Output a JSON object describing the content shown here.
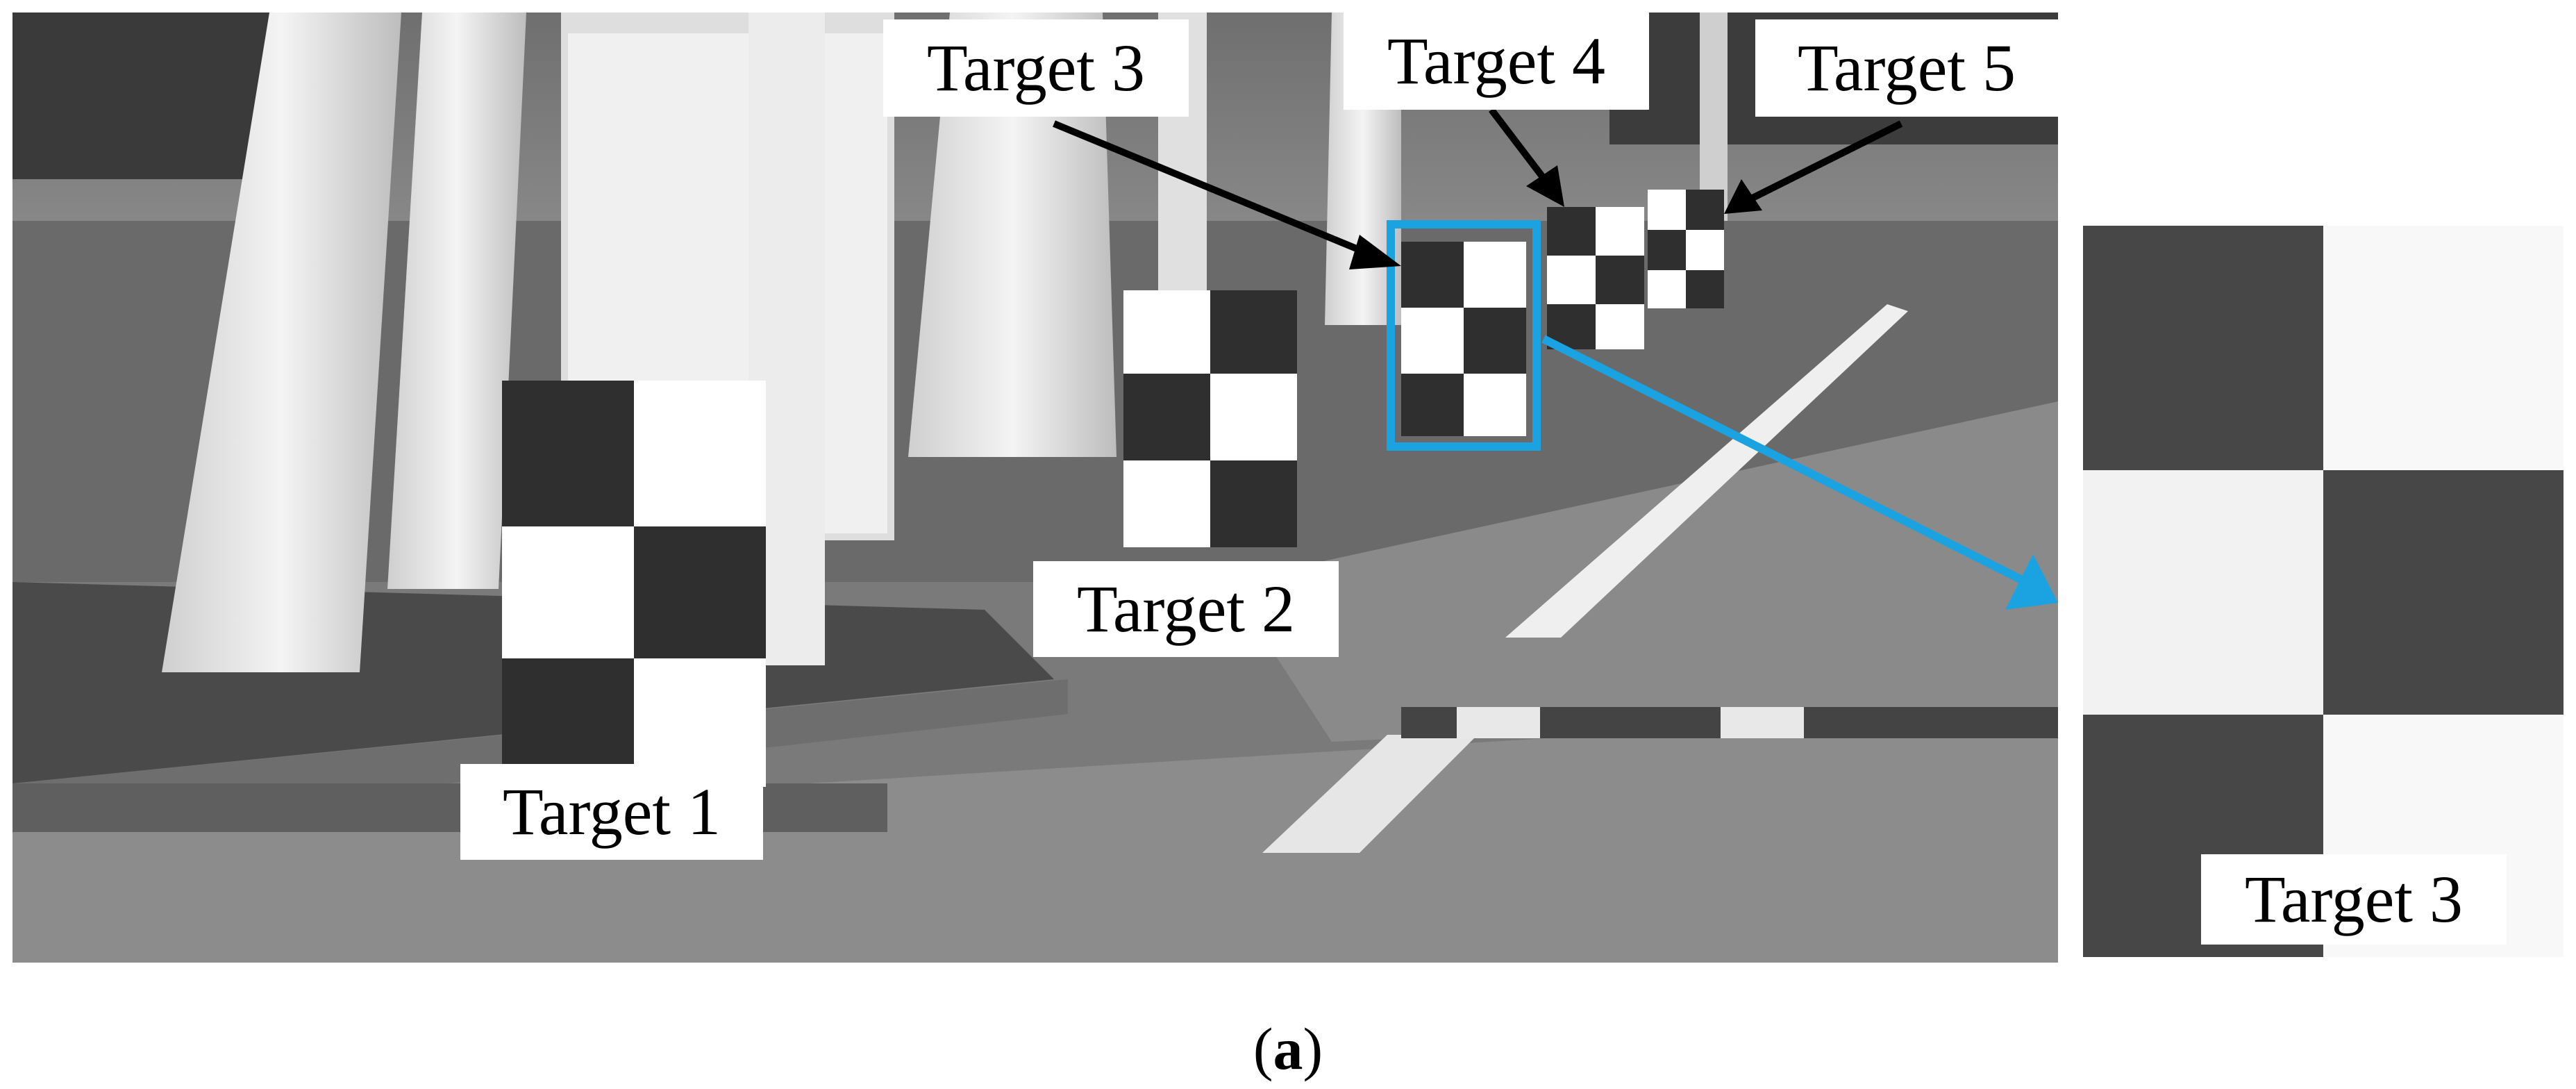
{
  "labels": {
    "target1": "Target 1",
    "target2": "Target 2",
    "target3": "Target 3",
    "target4": "Target 4",
    "target5": "Target 5",
    "zoom_label": "Target 3"
  },
  "caption": {
    "open": "(",
    "letter": "a",
    "close": ")"
  },
  "colors": {
    "highlight": "#1aa3e0",
    "arrow": "#000000"
  },
  "image_style": "grayscale"
}
